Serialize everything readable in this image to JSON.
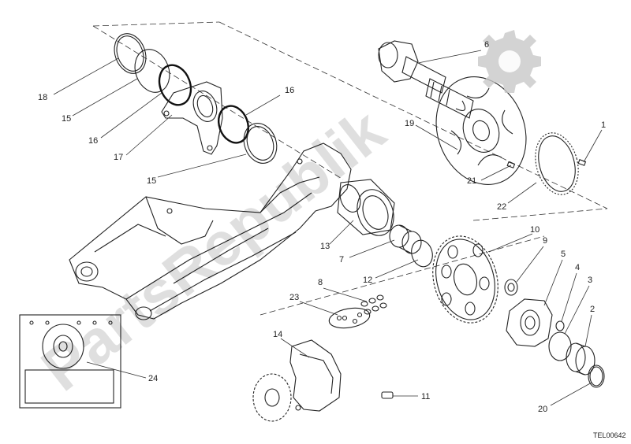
{
  "labels": {
    "p1": "1",
    "p2": "2",
    "p3": "3",
    "p4": "4",
    "p5": "5",
    "p6": "6",
    "p7": "7",
    "p8": "8",
    "p9": "9",
    "p10": "10",
    "p11": "11",
    "p12": "12",
    "p13": "13",
    "p14": "14",
    "p15a": "15",
    "p15b": "15",
    "p16a": "16",
    "p16b": "16",
    "p17": "17",
    "p18": "18",
    "p19": "19",
    "p20": "20",
    "p21": "21",
    "p22": "22",
    "p23": "23",
    "p24": "24"
  },
  "drawing_code": "TEL00642",
  "watermark": "PartsRepublik"
}
